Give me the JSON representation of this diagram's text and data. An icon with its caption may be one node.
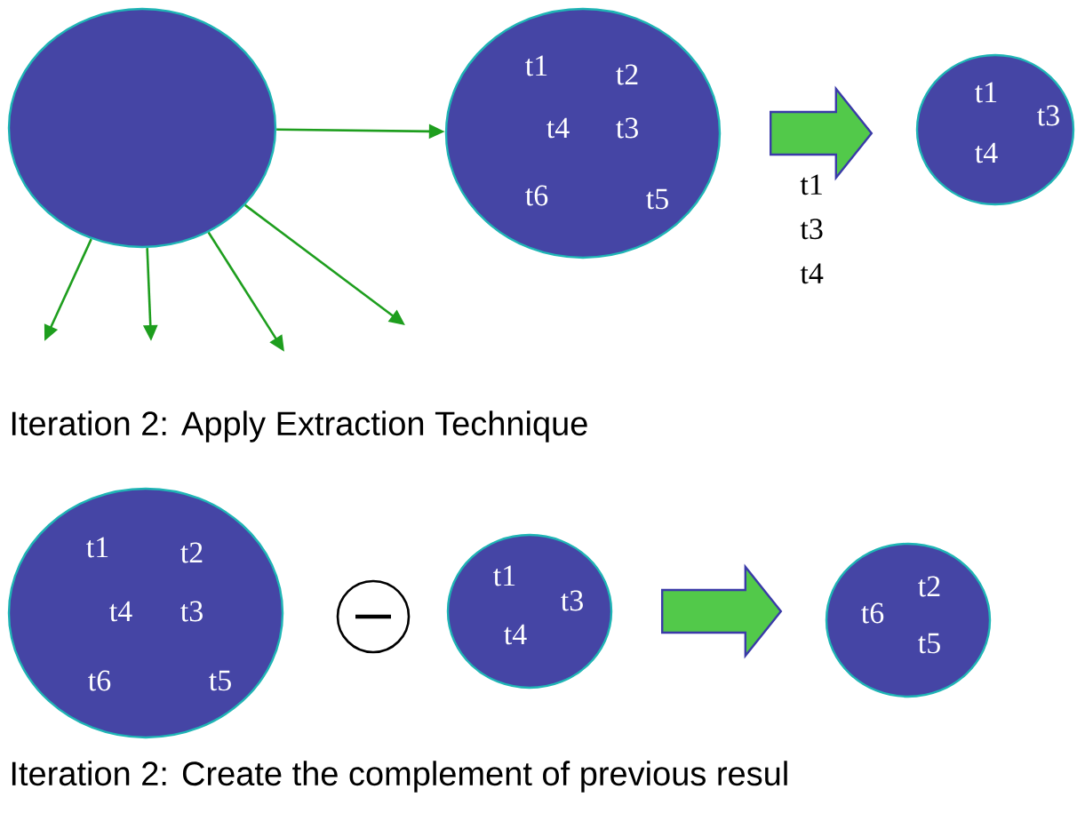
{
  "diagram": {
    "nodes": [
      {
        "text": [],
        "shape": "circle"
      },
      {
        "text": [
          "t1",
          "t2",
          "t4",
          "t3",
          "t6",
          "t5"
        ]
      },
      {
        "text": [
          "t1",
          "t3",
          "t4"
        ]
      },
      {
        "text": [
          "t1",
          "t2",
          "t4",
          "t3",
          "t6",
          "t5"
        ]
      },
      {
        "text": [],
        "shape": "circle"
      },
      {
        "text": [
          "t1",
          "t3",
          "t4"
        ]
      },
      {
        "text": [
          "t2",
          "t6",
          "t5"
        ]
      }
    ],
    "edges": [
      {
        "from": 0,
        "to": 1,
        "arrow": "to"
      },
      {
        "from": 0,
        "to": null,
        "arrow": "to"
      },
      {
        "from": 0,
        "to": null,
        "arrow": "to"
      },
      {
        "from": 0,
        "to": null,
        "arrow": "to"
      },
      {
        "from": 0,
        "to": null,
        "arrow": "to"
      },
      {
        "from": 1,
        "to": 2,
        "arrow": "to",
        "style": "thick",
        "label": "t1 t3 t4"
      },
      {
        "from": 5,
        "to": 6,
        "arrow": "to",
        "style": "thick"
      }
    ],
    "labels": [
      "Iteration 2: Apply Extraction Technique",
      "Iteration 2: Create the complement of previous resul"
    ]
  }
}
